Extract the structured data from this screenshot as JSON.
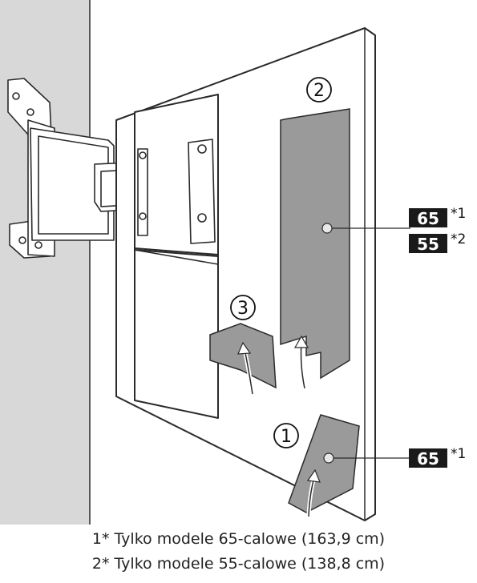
{
  "callouts": [
    {
      "number": "1",
      "badges": [
        {
          "model": "65",
          "ref": "*1"
        }
      ]
    },
    {
      "number": "2",
      "badges": [
        {
          "model": "65",
          "ref": "*1"
        },
        {
          "model": "55",
          "ref": "*2"
        }
      ]
    },
    {
      "number": "3",
      "badges": []
    }
  ],
  "footnotes": [
    "1* Tylko modele 65-calowe (163,9 cm)",
    "2* Tylko modele 55-calowe (138,8 cm)"
  ],
  "colors": {
    "wall": "#d8d8d8",
    "panel": "#9a9a9a",
    "badge": "#1a1a1a",
    "line": "#2a2a2a"
  }
}
